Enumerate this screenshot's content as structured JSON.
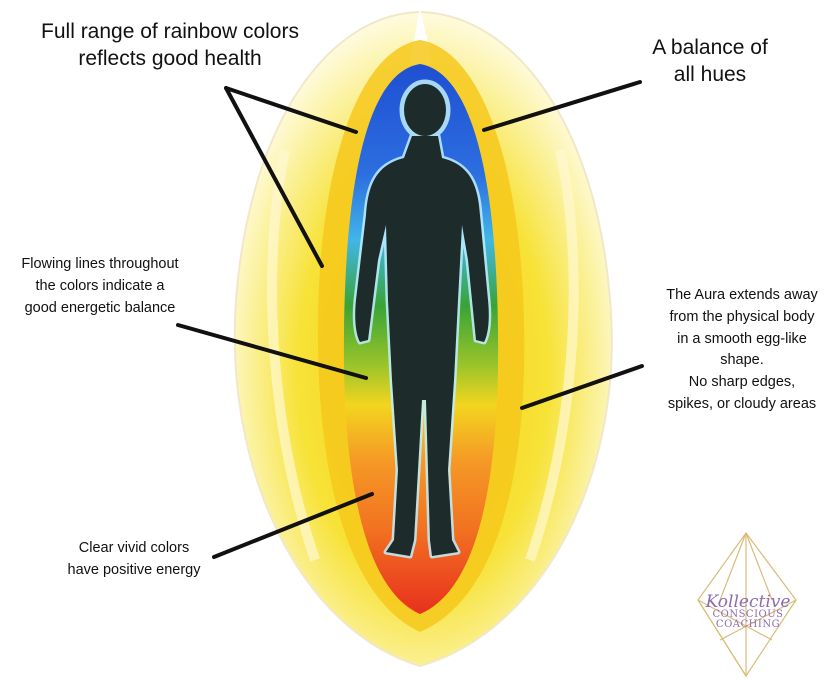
{
  "labels": {
    "rainbow_line1": "Full range of rainbow colors",
    "rainbow_line2": "reflects good health",
    "balance_line1": "A balance of",
    "balance_line2": "all hues",
    "flowing_line1": "Flowing lines throughout",
    "flowing_line2": "the colors indicate a",
    "flowing_line3": "good energetic balance",
    "aura_line1": "The Aura extends away",
    "aura_line2": "from the physical body",
    "aura_line3": "in a smooth egg-like",
    "aura_line4": "shape.",
    "aura_line5": "No sharp edges,",
    "aura_line6": "spikes, or cloudy areas",
    "clear_line1": "Clear vivid colors",
    "clear_line2": "have positive energy"
  },
  "logo": {
    "line1": "Kollective",
    "line2": "CONSCIOUS",
    "line3": "COACHING"
  },
  "colors": {
    "outer_aura": "#f7e236",
    "inner_blue": "#1f4fd2",
    "inner_cyan": "#41b6e8",
    "inner_green": "#3aa336",
    "inner_yellow": "#f3d51f",
    "inner_orange": "#f27421",
    "inner_red": "#e8301e",
    "silhouette": "#1d2b2b",
    "logo_gold": "#d9bc7a",
    "logo_purple": "#8e6bab"
  }
}
